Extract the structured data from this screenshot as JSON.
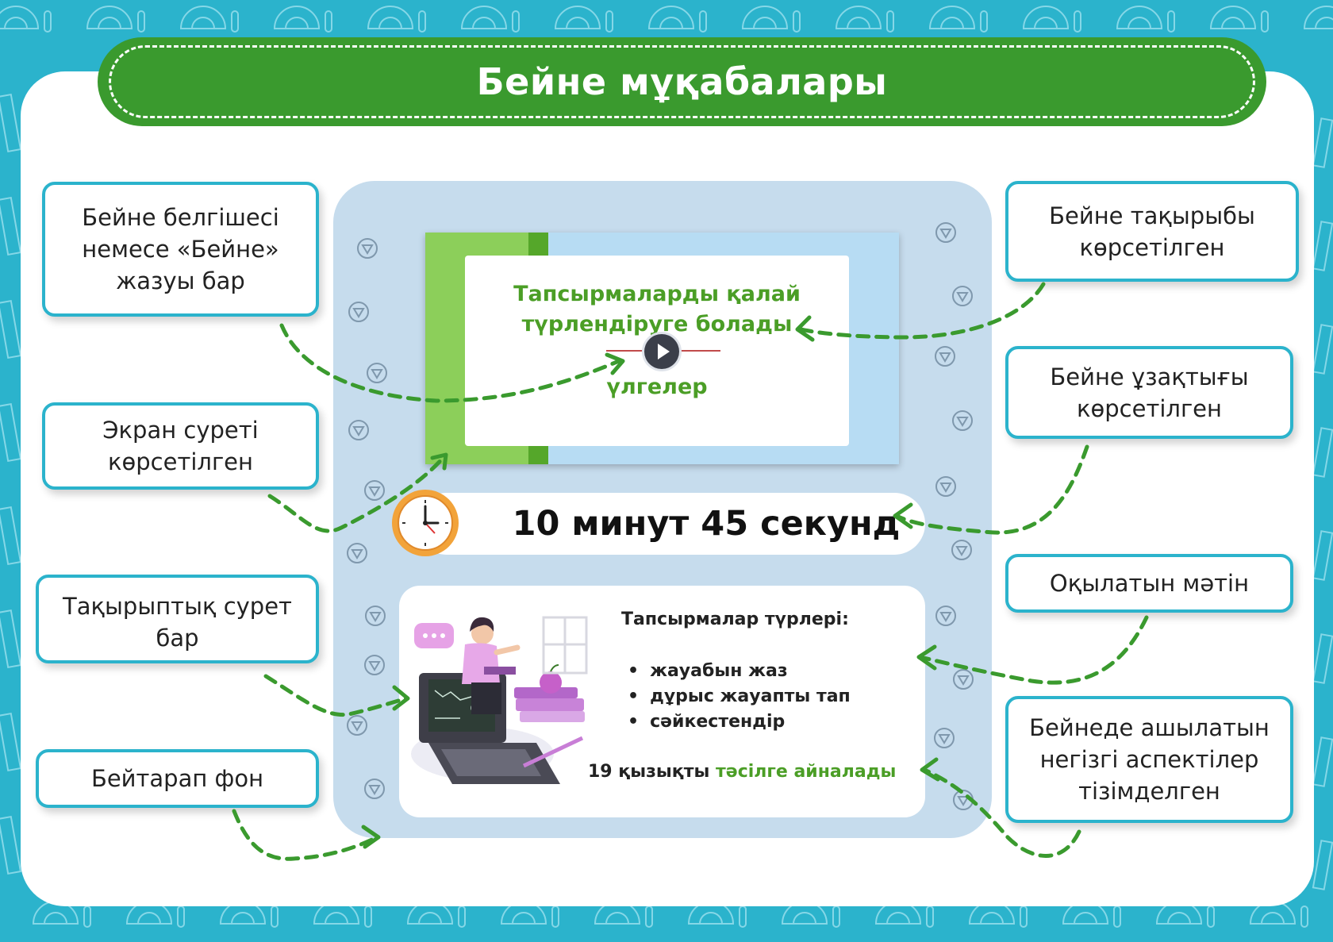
{
  "header": {
    "title": "Бейне мұқабалары"
  },
  "labels": {
    "video_icon": [
      "Бейне белгішесі",
      "немесе «Бейне»",
      "жазуы бар"
    ],
    "screenshot": [
      "Экран суреті",
      "көрсетілген"
    ],
    "thematic_image": [
      "Тақырыптық сурет бар"
    ],
    "neutral_background": [
      "Бейтарап фон"
    ],
    "video_topic": [
      "Бейне тақырыбы",
      "көрсетілген"
    ],
    "video_duration": [
      "Бейне ұзақтығы",
      "көрсетілген"
    ],
    "readable_text": [
      "Оқылатын мәтін"
    ],
    "key_aspects": [
      "Бейнеде ашылатын",
      "негізгі аспектілер",
      "тізімделген"
    ]
  },
  "preview": {
    "title_line1": "Тапсырмаларды қалай",
    "title_line2": "түрлендіруге болады",
    "subtitle": "үлгелер"
  },
  "duration": {
    "text": "10 минут 45 секунд"
  },
  "content": {
    "heading": "Тапсырмалар түрлері:",
    "items": [
      "жауабын жаз",
      "дұрыс жауапты тап",
      "сәйкестендір"
    ],
    "footer_prefix": "19 қызықты ",
    "footer_highlight": "тәсілге айналады"
  },
  "colors": {
    "background": "#2bb3cc",
    "banner": "#3a9a2e",
    "panel": "#c6dced",
    "accent_green": "#4b9e26",
    "label_border": "#2bb3cc"
  }
}
